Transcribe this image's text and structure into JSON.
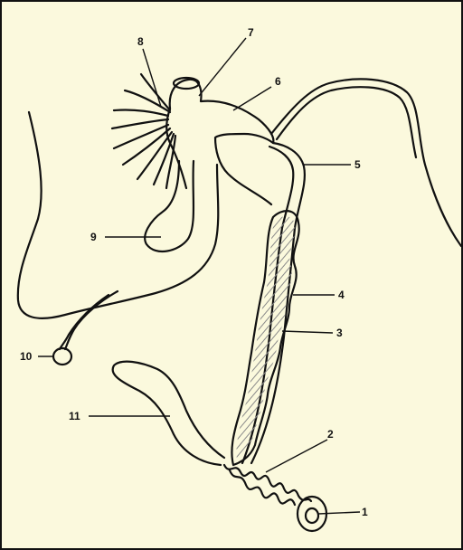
{
  "colors": {
    "paper": "#fbf9dd",
    "ink": "#111111",
    "hatch": "#9a9a9a"
  },
  "labels": [
    "1",
    "2",
    "3",
    "4",
    "5",
    "6",
    "7",
    "8",
    "9",
    "10",
    "11"
  ]
}
